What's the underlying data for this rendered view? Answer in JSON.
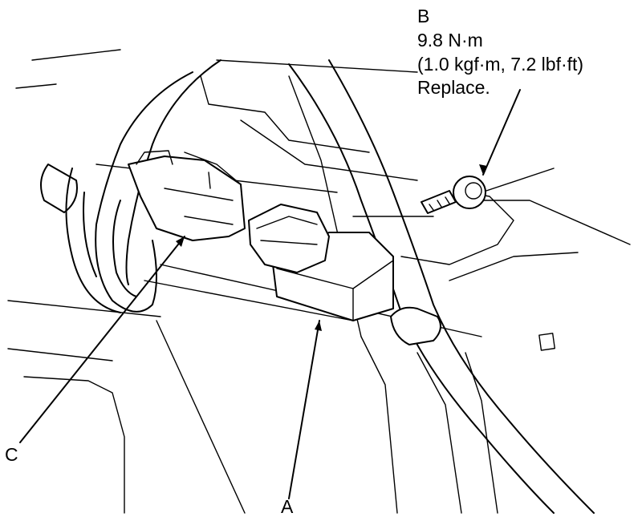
{
  "callouts": {
    "a": {
      "letter": "A"
    },
    "b": {
      "letter": "B",
      "torque_nm": "9.8 N·m",
      "torque_alt": "(1.0 kgf·m, 7.2 lbf·ft)",
      "note": "Replace."
    },
    "c": {
      "letter": "C"
    }
  },
  "colors": {
    "line": "#000000",
    "background": "#ffffff"
  }
}
